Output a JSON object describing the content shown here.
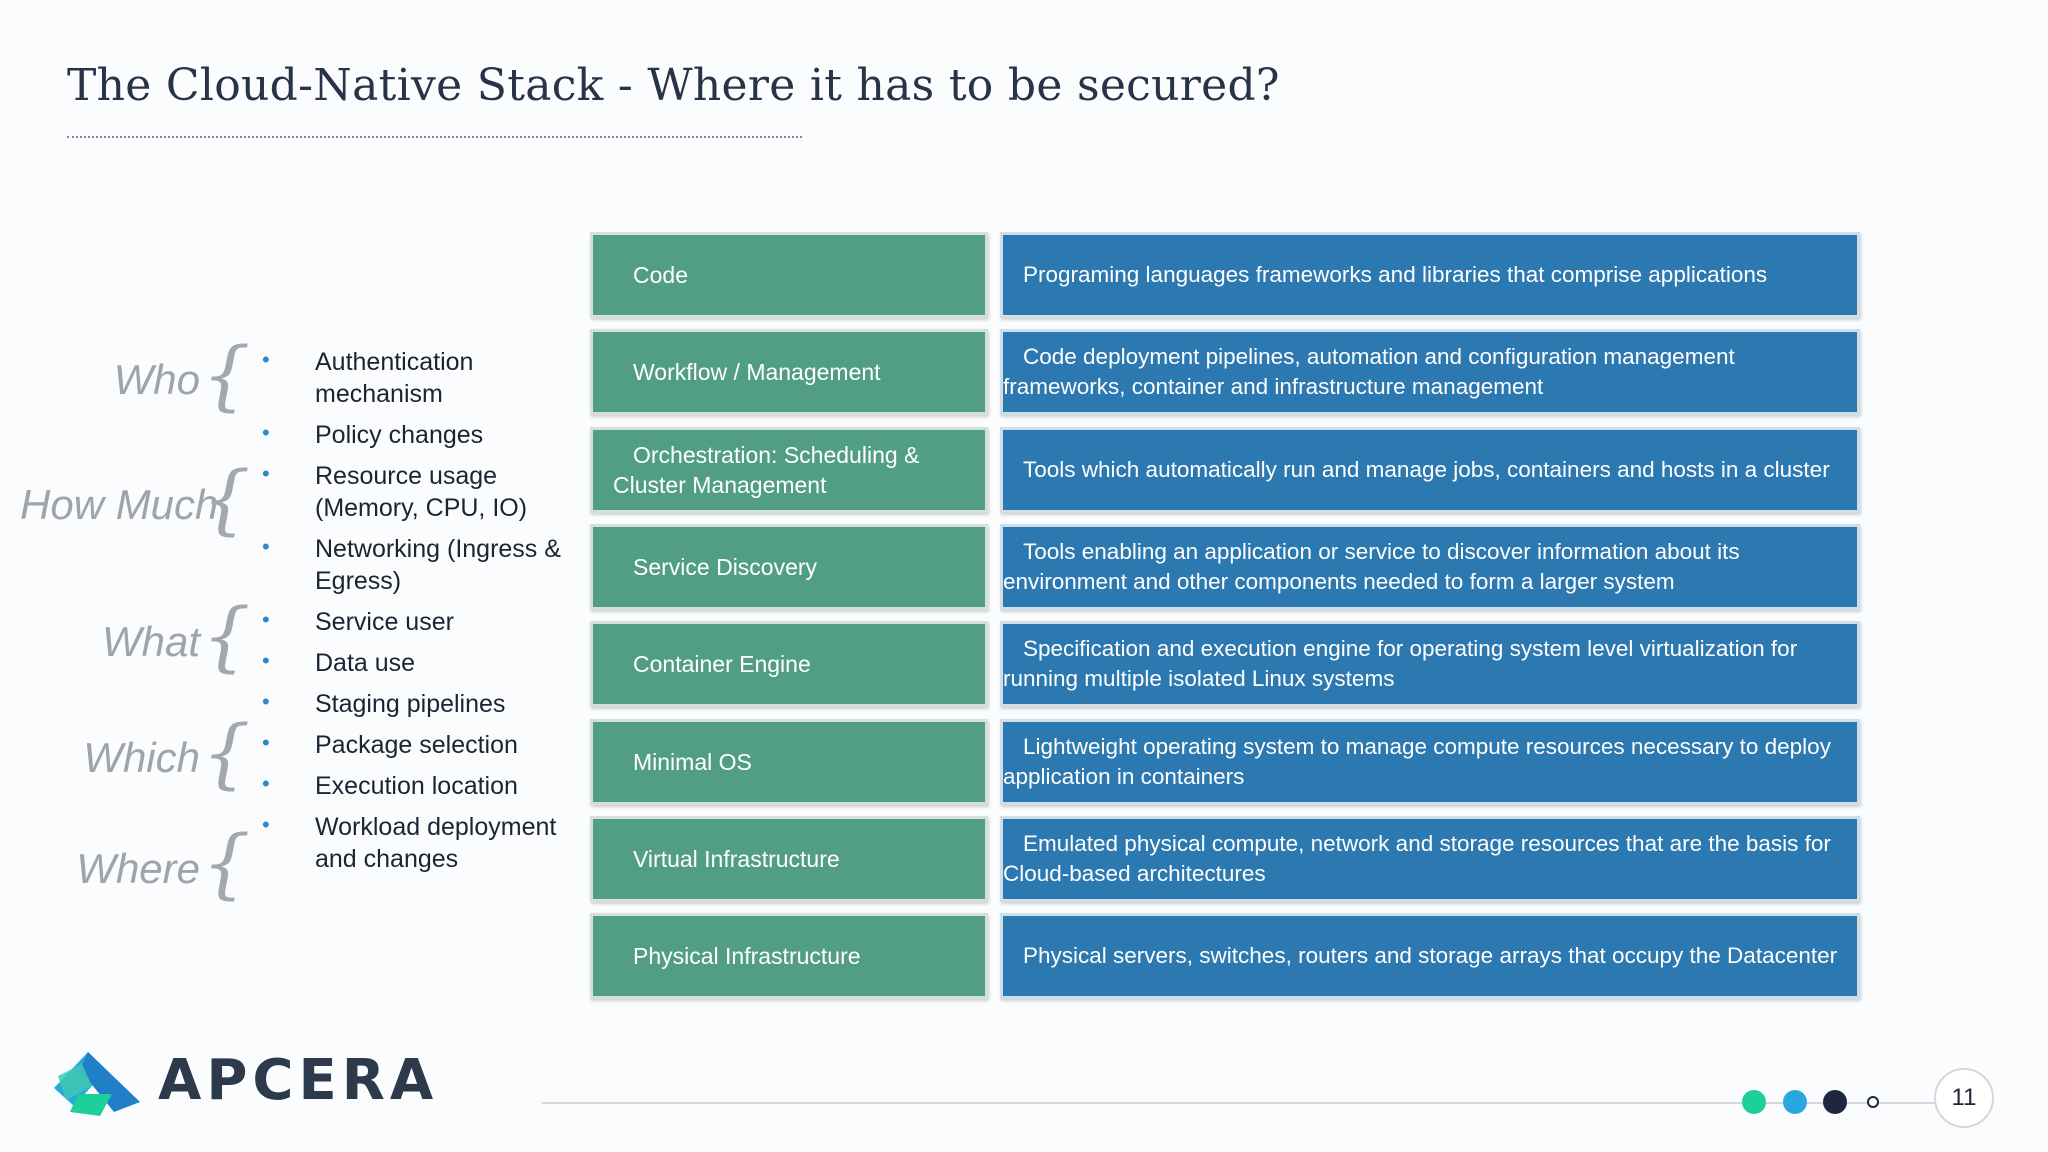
{
  "slide": {
    "title": "The Cloud-Native Stack - Where it has to be secured?",
    "page_number": "11"
  },
  "groups": [
    "Who",
    "How Much",
    "What",
    "Which",
    "Where"
  ],
  "bullets": [
    "Authentication mechanism",
    "Policy changes",
    "Resource usage (Memory, CPU, IO)",
    "Networking (Ingress & Egress)",
    "Service user",
    "Data use",
    "Staging pipelines",
    "Package selection",
    "Execution location",
    "Workload deployment and changes"
  ],
  "stack": [
    {
      "layer": "Code",
      "description": "Programing languages frameworks and libraries that comprise applications"
    },
    {
      "layer": "Workflow / Management",
      "description": "Code deployment pipelines, automation and configuration management frameworks, container and infrastructure management"
    },
    {
      "layer": "Orchestration: Scheduling & Cluster Management",
      "description": "Tools which automatically run and manage jobs, containers and hosts in a cluster"
    },
    {
      "layer": "Service Discovery",
      "description": "Tools enabling an application or service to discover information about its environment and other components needed to form a larger system"
    },
    {
      "layer": "Container Engine",
      "description": "Specification and execution engine for operating system level virtualization for running multiple isolated Linux systems"
    },
    {
      "layer": "Minimal OS",
      "description": "Lightweight operating system to manage compute resources necessary to deploy application in containers"
    },
    {
      "layer": "Virtual Infrastructure",
      "description": "Emulated physical compute, network and storage resources that are the basis for Cloud-based architectures"
    },
    {
      "layer": "Physical Infrastructure",
      "description": "Physical servers, switches, routers and storage arrays that occupy the Datacenter"
    }
  ],
  "footer": {
    "logo_text": "APCERA",
    "progress_dots": [
      "#1fcf9a",
      "#2aa7e0",
      "#1f2740",
      "#ffffff"
    ]
  },
  "colors": {
    "layer_green": "#519e85",
    "description_blue": "#2c78b0",
    "title_text": "#283348"
  }
}
